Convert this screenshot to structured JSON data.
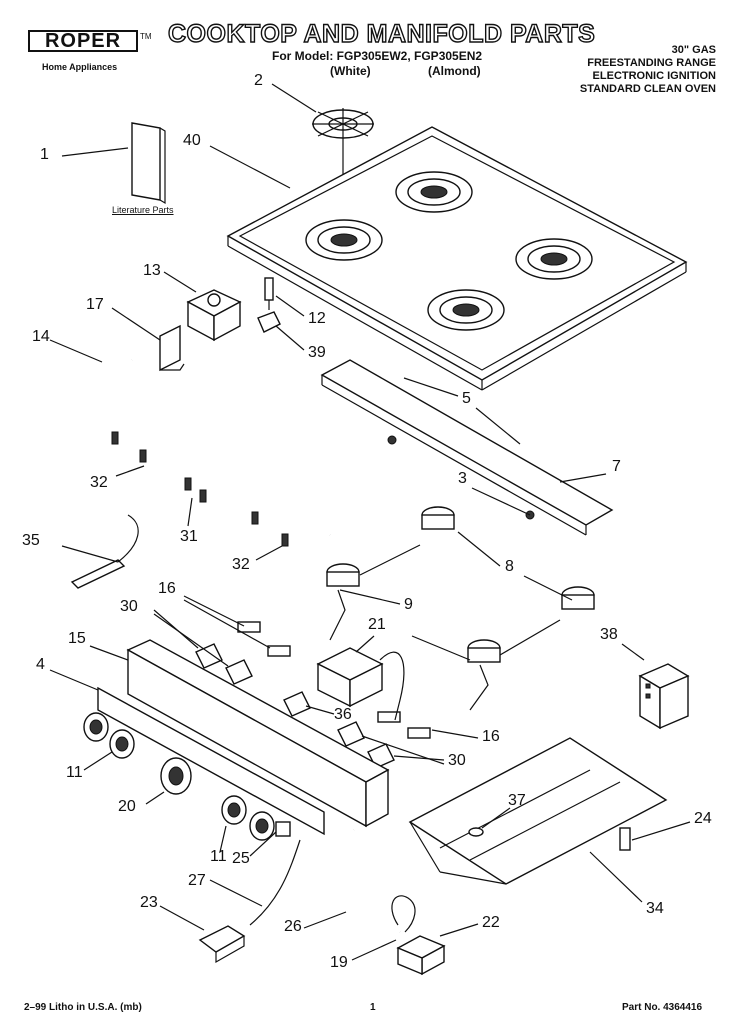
{
  "header": {
    "brand": "ROPER",
    "brand_tm": "TM",
    "brand_sub": "Home Appliances",
    "title": "COOKTOP AND MANIFOLD PARTS",
    "model_line": "For Model: FGP305EW2, FGP305EN2",
    "variant_white": "(White)",
    "variant_almond": "(Almond)",
    "spec_lines": [
      "30\" GAS",
      "FREESTANDING RANGE",
      "ELECTRONIC IGNITION",
      "STANDARD CLEAN OVEN"
    ]
  },
  "diagram": {
    "literature_label": "Literature Parts",
    "callouts": [
      "1",
      "2",
      "40",
      "13",
      "17",
      "12",
      "39",
      "14",
      "5",
      "32",
      "3",
      "7",
      "31",
      "35",
      "32",
      "8",
      "16",
      "30",
      "9",
      "21",
      "15",
      "38",
      "4",
      "36",
      "16",
      "30",
      "11",
      "20",
      "37",
      "24",
      "11",
      "25",
      "27",
      "23",
      "26",
      "22",
      "34",
      "19"
    ]
  },
  "footer": {
    "left": "2–99 Litho in U.S.A. (mb)",
    "center": "1",
    "right": "Part No. 4364416"
  }
}
